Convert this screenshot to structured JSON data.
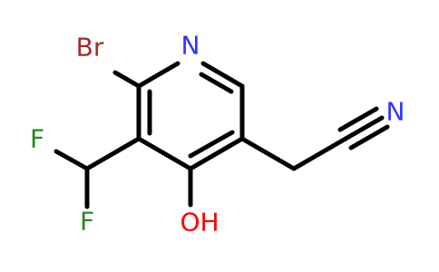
{
  "molecule": {
    "atoms": {
      "n_ring": {
        "label": "N",
        "color": "#3333ff"
      },
      "br": {
        "label": "Br",
        "color": "#a52a2a"
      },
      "f_top": {
        "label": "F",
        "color": "#228b22"
      },
      "f_bottom": {
        "label": "F",
        "color": "#228b22"
      },
      "oh": {
        "label": "OH",
        "color": "#ff0000"
      },
      "n_nitrile": {
        "label": "N",
        "color": "#3333ff"
      }
    },
    "bond_color": "#000000"
  }
}
